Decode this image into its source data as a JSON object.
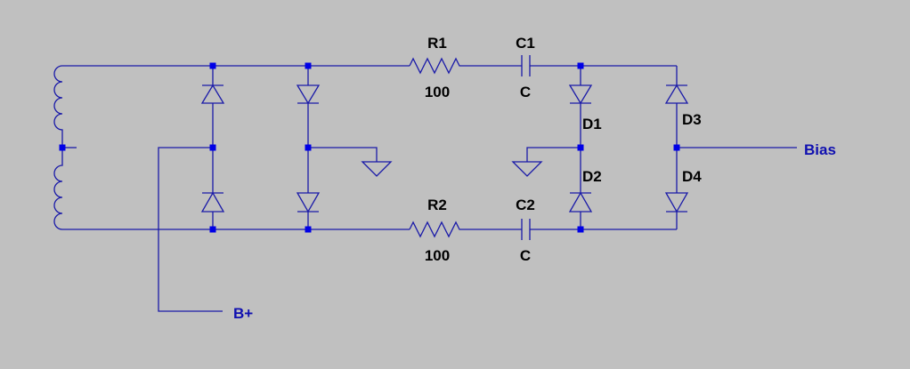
{
  "colors": {
    "background": "#c0c0c0",
    "wire": "#1a1aa8",
    "junction": "#0000e6",
    "component_text": "#000000",
    "net_text": "#1010b0"
  },
  "components": {
    "R1": {
      "ref": "R1",
      "value": "100"
    },
    "R2": {
      "ref": "R2",
      "value": "100"
    },
    "C1": {
      "ref": "C1",
      "value": "C"
    },
    "C2": {
      "ref": "C2",
      "value": "C"
    },
    "D1": {
      "ref": "D1"
    },
    "D2": {
      "ref": "D2"
    },
    "D3": {
      "ref": "D3"
    },
    "D4": {
      "ref": "D4"
    }
  },
  "nets": {
    "bias": "Bias",
    "bplus": "B+"
  },
  "symbols": {
    "transformer": "center-tapped-inductor-icon",
    "ground": "ground-icon",
    "diode": "diode-icon",
    "resistor": "resistor-icon",
    "capacitor": "capacitor-icon"
  }
}
